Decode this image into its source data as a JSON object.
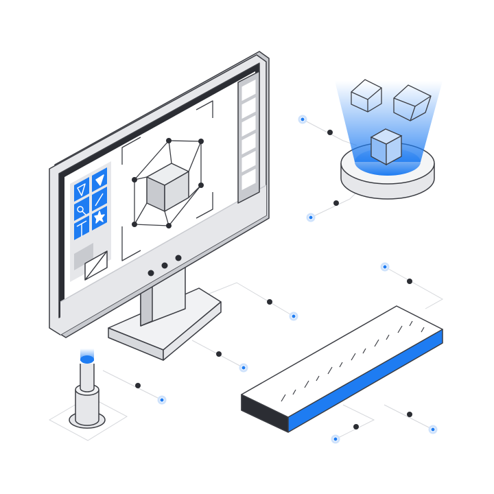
{
  "illustration": {
    "subject": "3d-modeling-workstation",
    "elements": [
      "monitor",
      "tool-palette-icon",
      "wireframe-cube-icon",
      "layer-strip",
      "hologram-projector",
      "floating-cube-icon",
      "ruler-keyboard",
      "sensor-button",
      "connector-lines"
    ],
    "tools": [
      "select-arrow-icon",
      "pointer-icon",
      "search-icon",
      "pen-icon",
      "text-icon",
      "star-icon"
    ]
  },
  "colors": {
    "accent": "#1e7cf2",
    "dark": "#2b2d33",
    "light_gray": "#e6e7ea",
    "mid_gray": "#c8cacf",
    "outline": "#3a3c42"
  }
}
